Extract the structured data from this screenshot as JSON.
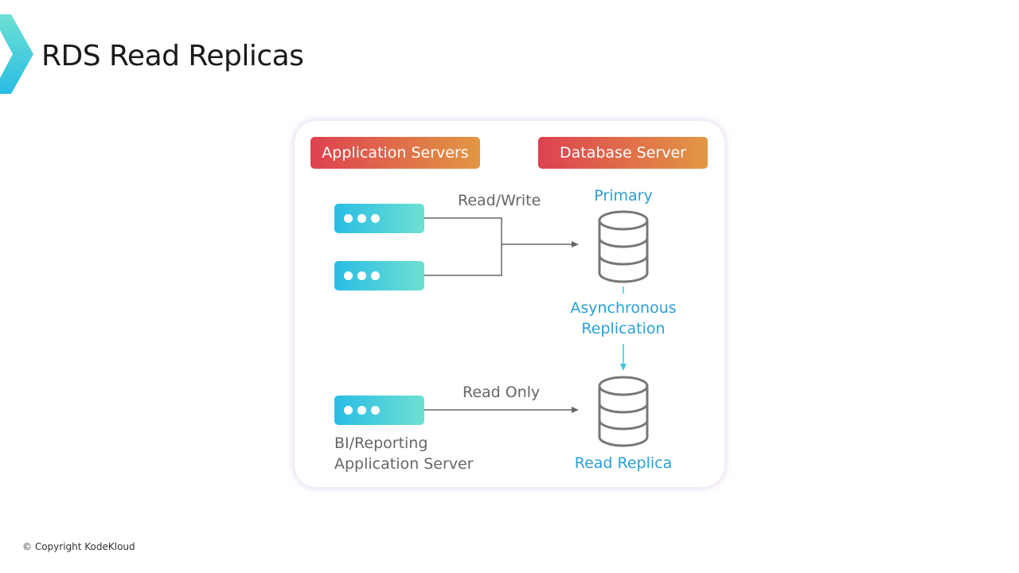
{
  "title": "RDS Read Replicas",
  "headers": {
    "app": "Application Servers",
    "db": "Database Server"
  },
  "labels": {
    "read_write": "Read/Write",
    "primary": "Primary",
    "async_1": "Asynchronous",
    "async_2": "Replication",
    "read_only": "Read Only",
    "bi_1": "BI/Reporting",
    "bi_2": "Application Server",
    "replica": "Read Replica"
  },
  "copyright": "© Copyright KodeKloud",
  "colors": {
    "accent_blue": "#2a9fd6",
    "gradient_start": "#dd4150",
    "gradient_end": "#e29744"
  }
}
